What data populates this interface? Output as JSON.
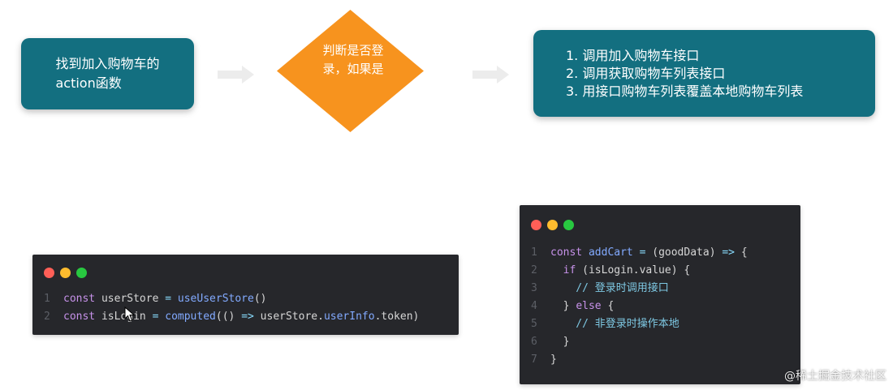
{
  "flow": {
    "step1": "找到加入购物车的\naction函数",
    "decision": "判断是否登录，如果是",
    "step3_items": [
      "1. 调用加入购物车接口",
      "2. 调用获取购物车列表接口",
      "3. 用接口购物车列表覆盖本地购物车列表"
    ]
  },
  "code_snippet_1": {
    "line_numbers": [
      "1",
      "2"
    ],
    "lines": [
      [
        {
          "t": "kw",
          "v": "const "
        },
        {
          "t": "pl",
          "v": "userStore "
        },
        {
          "t": "op",
          "v": "= "
        },
        {
          "t": "fn",
          "v": "useUserStore"
        },
        {
          "t": "pl",
          "v": "()"
        }
      ],
      [
        {
          "t": "kw",
          "v": "const "
        },
        {
          "t": "pl",
          "v": "isLogin "
        },
        {
          "t": "op",
          "v": "= "
        },
        {
          "t": "fn",
          "v": "computed"
        },
        {
          "t": "pl",
          "v": "(() "
        },
        {
          "t": "op",
          "v": "=> "
        },
        {
          "t": "pl",
          "v": "userStore."
        },
        {
          "t": "fn",
          "v": "userInfo"
        },
        {
          "t": "pl",
          "v": ".token)"
        }
      ]
    ]
  },
  "code_snippet_2": {
    "line_numbers": [
      "1",
      "2",
      "3",
      "4",
      "5",
      "6",
      "7"
    ],
    "lines": [
      [
        {
          "t": "kw",
          "v": "const "
        },
        {
          "t": "fn",
          "v": "addCart "
        },
        {
          "t": "op",
          "v": "= "
        },
        {
          "t": "pl",
          "v": "(goodData) "
        },
        {
          "t": "op",
          "v": "=> "
        },
        {
          "t": "pl",
          "v": "{"
        }
      ],
      [
        {
          "t": "kw",
          "v": "  if "
        },
        {
          "t": "pl",
          "v": "(isLogin.value) {"
        }
      ],
      [
        {
          "t": "cm",
          "v": "    // 登录时调用接口"
        }
      ],
      [
        {
          "t": "pl",
          "v": "  } "
        },
        {
          "t": "kw",
          "v": "else "
        },
        {
          "t": "pl",
          "v": "{"
        }
      ],
      [
        {
          "t": "cm",
          "v": "    // 非登录时操作本地"
        }
      ],
      [
        {
          "t": "pl",
          "v": "  }"
        }
      ],
      [
        {
          "t": "pl",
          "v": "}"
        }
      ]
    ]
  },
  "watermark": "@稀土掘金技术社区",
  "colors": {
    "teal_box": "#136f80",
    "decision_orange": "#f7931e",
    "arrow_gray": "#ececec",
    "code_bg": "#26272b"
  }
}
